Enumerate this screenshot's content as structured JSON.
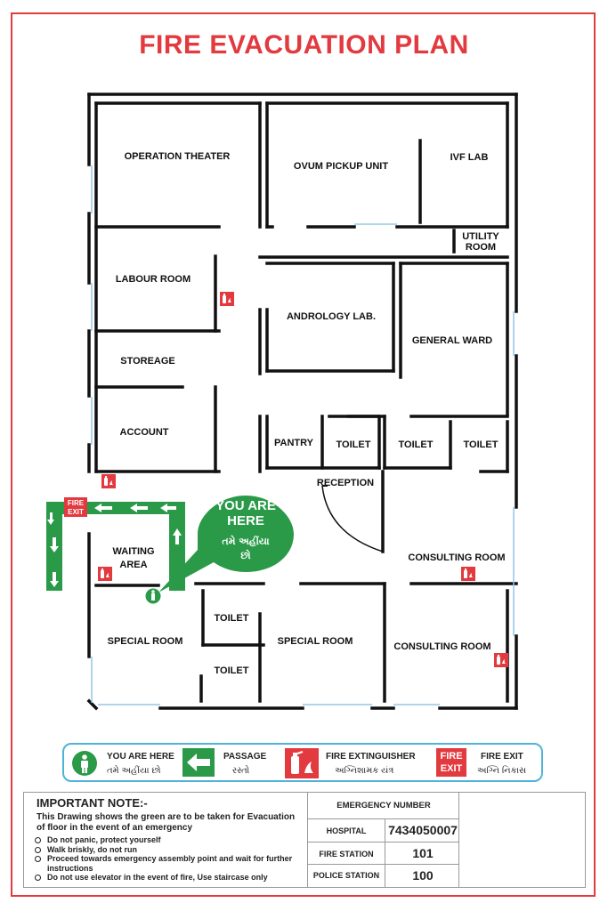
{
  "title": "FIRE EVACUATION PLAN",
  "rooms": {
    "operation_theater": "OPERATION THEATER",
    "ovum_pickup": "OVUM PICKUP UNIT",
    "ivf_lab": "IVF LAB",
    "utility_room_1": "UTILITY",
    "utility_room_2": "ROOM",
    "labour_room": "LABOUR ROOM",
    "andrology": "ANDROLOGY LAB.",
    "general_ward": "GENERAL WARD",
    "storeage": "STOREAGE",
    "account": "ACCOUNT",
    "pantry": "PANTRY",
    "toilet_1": "TOILET",
    "toilet_2": "TOILET",
    "toilet_3": "TOILET",
    "reception": "RECEPTION",
    "waiting_1": "WAITING",
    "waiting_2": "AREA",
    "consulting_1": "CONSULTING ROOM",
    "special_1": "SPECIAL ROOM",
    "toilet_4": "TOILET",
    "toilet_5": "TOILET",
    "special_2": "SPECIAL ROOM",
    "consulting_2": "CONSULTING ROOM"
  },
  "you_are_here": {
    "line1": "YOU ARE",
    "line2": "HERE",
    "line3": "તમે અહીંયા",
    "line4": "છો"
  },
  "fire_exit_sign": {
    "line1": "FIRE",
    "line2": "EXIT"
  },
  "legend": {
    "you_are_here": "YOU ARE HERE",
    "you_are_here_gu": "તમે અહીંયા છો",
    "passage": "PASSAGE",
    "passage_gu": "રસ્તો",
    "extinguisher": "FIRE EXTINGUISHER",
    "extinguisher_gu": "અગ્નિશામક યંત્ર",
    "exit_sign_1": "FIRE",
    "exit_sign_2": "EXIT",
    "fire_exit": "FIRE EXIT",
    "fire_exit_gu": "અગ્નિ નિકાસ"
  },
  "note": {
    "title": "IMPORTANT NOTE:-",
    "desc": "This Drawing shows the green are to be taken for Evacuation of floor in the event of an emergency",
    "items": [
      "Do not panic, protect yourself",
      "Walk briskly, do not run",
      "Proceed towards emergency assembly point and wait for further instructions",
      "Do not use elevator in the event of fire, Use staircase only"
    ]
  },
  "emergency": {
    "header": "EMERGENCY NUMBER",
    "hospital_label": "HOSPITAL",
    "hospital_number": "7434050007",
    "fire_label": "FIRE STATION",
    "fire_number": "101",
    "police_label": "POLICE STATION",
    "police_number": "100"
  },
  "colors": {
    "title_red": "#e23a3f",
    "route_green": "#2a9a48",
    "window_blue": "#8fc9e6",
    "legend_border": "#4fb3d9"
  }
}
